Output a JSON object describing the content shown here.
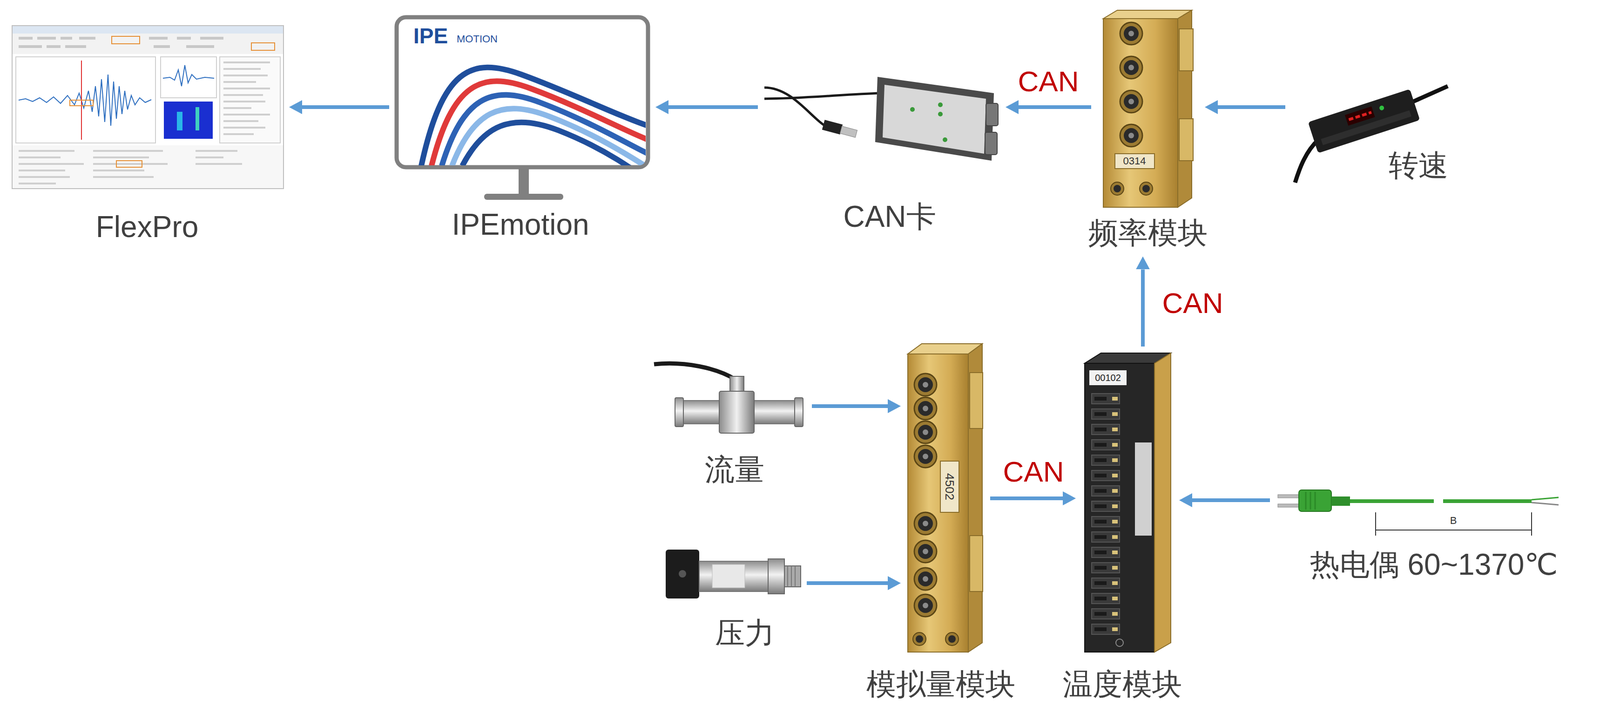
{
  "diagram": {
    "nodes": [
      {
        "text": [
          "FlexPro"
        ]
      },
      {
        "text": [
          "IPEmotion"
        ]
      },
      {
        "text": [
          "CAN卡"
        ]
      },
      {
        "text": [
          "频率模块"
        ]
      },
      {
        "text": [
          "转速"
        ]
      },
      {
        "text": [
          "流量"
        ]
      },
      {
        "text": [
          "压力"
        ]
      },
      {
        "text": [
          "模拟量模块"
        ]
      },
      {
        "text": [
          "温度模块"
        ]
      },
      {
        "text": [
          "热电偶 60~1370℃"
        ]
      }
    ],
    "edges": [
      {
        "from": 4,
        "to": 3,
        "arrow": "to"
      },
      {
        "from": 3,
        "to": 2,
        "arrow": "to",
        "label": "CAN"
      },
      {
        "from": 2,
        "to": 1,
        "arrow": "to"
      },
      {
        "from": 1,
        "to": 0,
        "arrow": "to"
      },
      {
        "from": 8,
        "to": 3,
        "arrow": "to",
        "label": "CAN"
      },
      {
        "from": 7,
        "to": 8,
        "arrow": "to",
        "label": "CAN"
      },
      {
        "from": 5,
        "to": 7,
        "arrow": "to"
      },
      {
        "from": 6,
        "to": 7,
        "arrow": "to"
      },
      {
        "from": 9,
        "to": 8,
        "arrow": "to"
      }
    ],
    "labels": [
      "IPE",
      "MOTION",
      "0314",
      "4502",
      "00102",
      "B"
    ]
  }
}
